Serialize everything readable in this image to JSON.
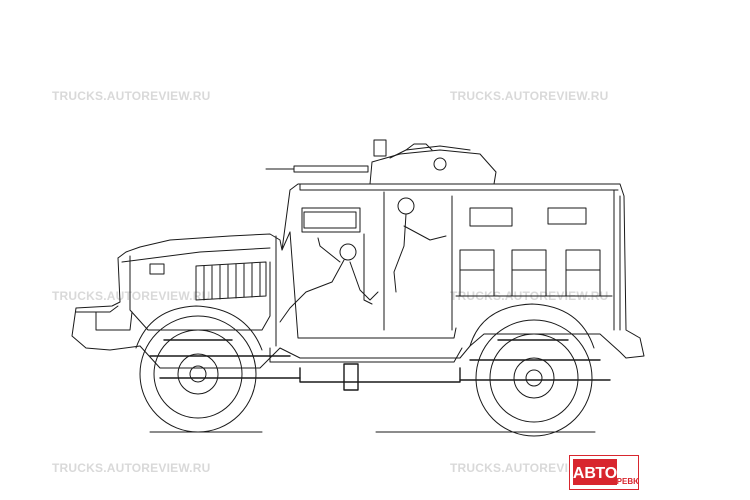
{
  "watermarks": [
    "TRUCKS.AUTOREVIEW.RU",
    "TRUCKS.AUTOREVIEW.RU",
    "TRUCKS.AUTOREVIEW.RU",
    "TRUCKS.AUTOREVIEW.RU",
    "TRUCKS.AUTOREVIEW.RU",
    "TRUCKS.AUTOREVIEW.RU"
  ],
  "logo": {
    "text_main": "АВТО",
    "text_sub": "РЕВЮ",
    "color": "#d8262e"
  },
  "colors": {
    "line": "#1a1a1a",
    "background": "#ffffff",
    "watermark": "#d9d9d9"
  }
}
